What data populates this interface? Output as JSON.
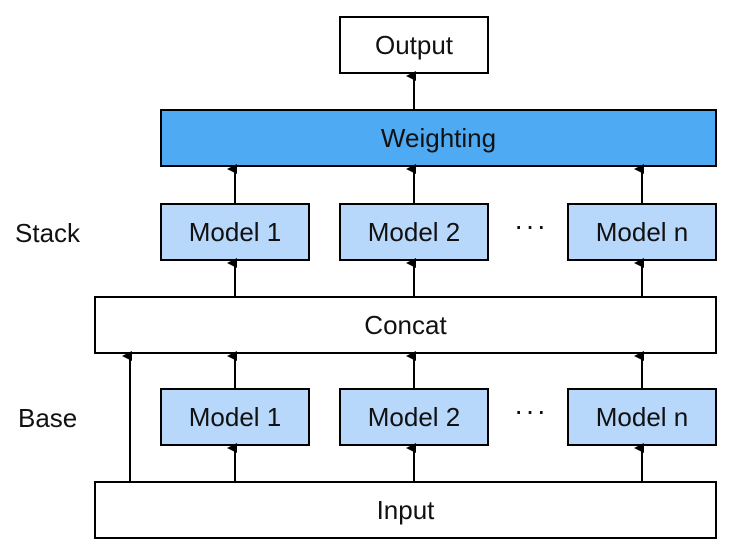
{
  "colors": {
    "weighting_fill": "#4eaaf3",
    "model_fill": "#b7d7fb",
    "plain_fill": "#ffffff",
    "stroke": "#000000"
  },
  "output_label": "Output",
  "weighting_label": "Weighting",
  "stack": {
    "label": "Stack",
    "models": [
      "Model 1",
      "Model 2",
      "Model n"
    ],
    "ellipsis": "···"
  },
  "concat_label": "Concat",
  "base": {
    "label": "Base",
    "models": [
      "Model 1",
      "Model 2",
      "Model n"
    ],
    "ellipsis": "···"
  },
  "input_label": "Input"
}
